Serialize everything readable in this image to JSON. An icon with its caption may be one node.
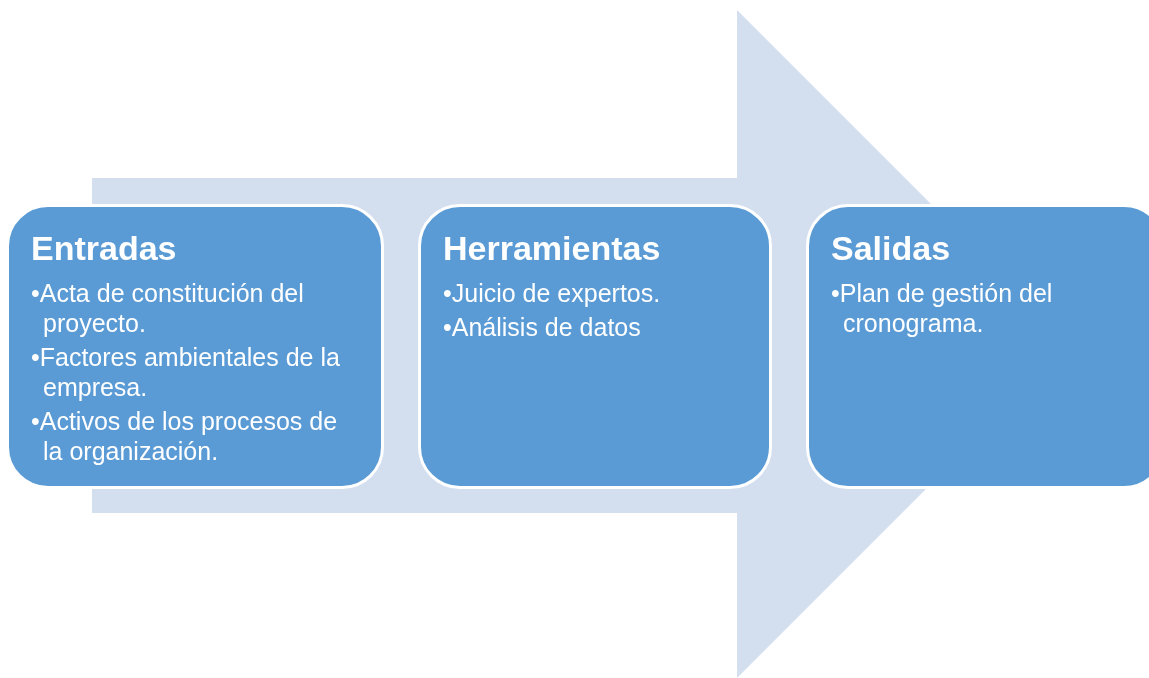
{
  "diagram": {
    "nodes": [
      {
        "text": [
          "Entradas",
          "•Acta de constitución del proyecto.",
          "•Factores ambientales de la empresa.",
          "•Activos de los procesos de la organización."
        ]
      },
      {
        "text": [
          "Herramientas",
          "•Juicio de expertos.",
          "•Análisis de datos"
        ]
      },
      {
        "text": [
          "Salidas",
          "•Plan de gestión del cronograma."
        ]
      }
    ],
    "edges": [
      {
        "from": 0,
        "to": 2,
        "arrow": "to"
      }
    ]
  }
}
